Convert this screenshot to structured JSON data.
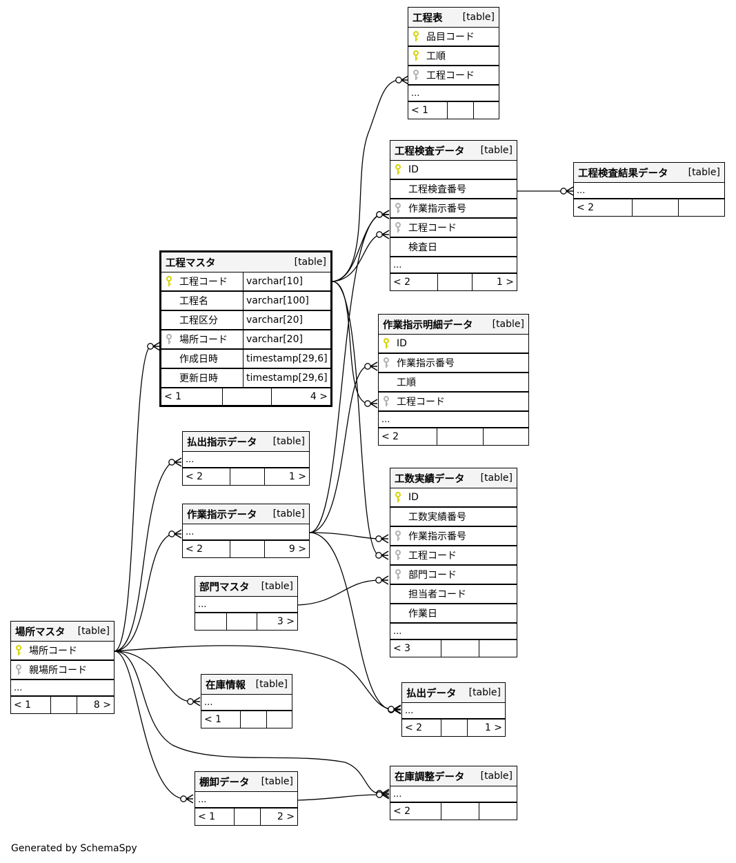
{
  "colors": {
    "primary_key": "#d4d400",
    "foreign_key": "#b0b0b0",
    "header_bg": "#f4f4f4"
  },
  "footer_text": "Generated by SchemaSpy",
  "tables": {
    "koutei_hyou": {
      "name": "工程表",
      "type": "[table]",
      "columns": [
        {
          "name": "品目コード",
          "key": "primary"
        },
        {
          "name": "工順",
          "key": "primary"
        },
        {
          "name": "工程コード",
          "key": "foreign"
        }
      ],
      "ellipsis": "...",
      "footer": {
        "parents": "< 1",
        "middle": "",
        "children": ""
      }
    },
    "koutei_kensa": {
      "name": "工程検査データ",
      "type": "[table]",
      "columns": [
        {
          "name": "ID",
          "key": "primary"
        },
        {
          "name": "工程検査番号",
          "key": "none"
        },
        {
          "name": "作業指示番号",
          "key": "foreign"
        },
        {
          "name": "工程コード",
          "key": "foreign"
        },
        {
          "name": "検査日",
          "key": "none"
        }
      ],
      "ellipsis": "...",
      "footer": {
        "parents": "< 2",
        "middle": "",
        "children": "1 >"
      }
    },
    "koutei_kensa_kekka": {
      "name": "工程検査結果データ",
      "type": "[table]",
      "ellipsis": "...",
      "footer": {
        "parents": "< 2",
        "middle": "",
        "children": ""
      }
    },
    "koutei_master": {
      "name": "工程マスタ",
      "type": "[table]",
      "columns": [
        {
          "name": "工程コード",
          "key": "primary",
          "type": "varchar[10]"
        },
        {
          "name": "工程名",
          "key": "none",
          "type": "varchar[100]"
        },
        {
          "name": "工程区分",
          "key": "none",
          "type": "varchar[20]"
        },
        {
          "name": "場所コード",
          "key": "foreign",
          "type": "varchar[20]"
        },
        {
          "name": "作成日時",
          "key": "none",
          "type": "timestamp[29,6]"
        },
        {
          "name": "更新日時",
          "key": "none",
          "type": "timestamp[29,6]"
        }
      ],
      "footer": {
        "parents": "< 1",
        "middle": "",
        "children": "4 >"
      }
    },
    "sagyou_shiji_meisai": {
      "name": "作業指示明細データ",
      "type": "[table]",
      "columns": [
        {
          "name": "ID",
          "key": "primary"
        },
        {
          "name": "作業指示番号",
          "key": "foreign"
        },
        {
          "name": "工順",
          "key": "none"
        },
        {
          "name": "工程コード",
          "key": "foreign"
        }
      ],
      "ellipsis": "...",
      "footer": {
        "parents": "< 2",
        "middle": "",
        "children": ""
      }
    },
    "haraidashi_shiji": {
      "name": "払出指示データ",
      "type": "[table]",
      "ellipsis": "...",
      "footer": {
        "parents": "< 2",
        "middle": "",
        "children": "1 >"
      }
    },
    "sagyou_shiji": {
      "name": "作業指示データ",
      "type": "[table]",
      "ellipsis": "...",
      "footer": {
        "parents": "< 2",
        "middle": "",
        "children": "9 >"
      }
    },
    "kousuu_jisseki": {
      "name": "工数実績データ",
      "type": "[table]",
      "columns": [
        {
          "name": "ID",
          "key": "primary"
        },
        {
          "name": "工数実績番号",
          "key": "none"
        },
        {
          "name": "作業指示番号",
          "key": "foreign"
        },
        {
          "name": "工程コード",
          "key": "foreign"
        },
        {
          "name": "部門コード",
          "key": "foreign"
        },
        {
          "name": "担当者コード",
          "key": "none"
        },
        {
          "name": "作業日",
          "key": "none"
        }
      ],
      "ellipsis": "...",
      "footer": {
        "parents": "< 3",
        "middle": "",
        "children": ""
      }
    },
    "bumon_master": {
      "name": "部門マスタ",
      "type": "[table]",
      "ellipsis": "...",
      "footer": {
        "parents": "",
        "middle": "",
        "children": "3 >"
      }
    },
    "basho_master": {
      "name": "場所マスタ",
      "type": "[table]",
      "columns": [
        {
          "name": "場所コード",
          "key": "primary"
        },
        {
          "name": "親場所コード",
          "key": "foreign"
        }
      ],
      "ellipsis": "...",
      "footer": {
        "parents": "< 1",
        "middle": "",
        "children": "8 >"
      }
    },
    "zaiko_jouhou": {
      "name": "在庫情報",
      "type": "[table]",
      "ellipsis": "...",
      "footer": {
        "parents": "< 1",
        "middle": "",
        "children": ""
      }
    },
    "haraidashi": {
      "name": "払出データ",
      "type": "[table]",
      "ellipsis": "...",
      "footer": {
        "parents": "< 2",
        "middle": "",
        "children": "1 >"
      }
    },
    "tanaoroshi": {
      "name": "棚卸データ",
      "type": "[table]",
      "ellipsis": "...",
      "footer": {
        "parents": "< 1",
        "middle": "",
        "children": "2 >"
      }
    },
    "zaiko_chousei": {
      "name": "在庫調整データ",
      "type": "[table]",
      "ellipsis": "...",
      "footer": {
        "parents": "< 2",
        "middle": "",
        "children": ""
      }
    }
  },
  "relationships": [
    {
      "from": "工程マスタ.工程コード",
      "to": "工程表.工程コード"
    },
    {
      "from": "工程マスタ.工程コード",
      "to": "工程検査データ.工程コード"
    },
    {
      "from": "工程マスタ.工程コード",
      "to": "作業指示明細データ.工程コード"
    },
    {
      "from": "工程マスタ.工程コード",
      "to": "工数実績データ.工程コード"
    },
    {
      "from": "工程検査データ.工程検査番号",
      "to": "工程検査結果データ"
    },
    {
      "from": "作業指示データ",
      "to": "工程検査データ.作業指示番号"
    },
    {
      "from": "作業指示データ",
      "to": "作業指示明細データ.作業指示番号"
    },
    {
      "from": "作業指示データ",
      "to": "工数実績データ.作業指示番号"
    },
    {
      "from": "作業指示データ",
      "to": "払出データ"
    },
    {
      "from": "部門マスタ",
      "to": "工数実績データ.部門コード"
    },
    {
      "from": "場所マスタ.場所コード",
      "to": "工程マスタ.場所コード"
    },
    {
      "from": "場所マスタ.場所コード",
      "to": "払出指示データ"
    },
    {
      "from": "場所マスタ.場所コード",
      "to": "作業指示データ"
    },
    {
      "from": "場所マスタ.場所コード",
      "to": "在庫情報"
    },
    {
      "from": "場所マスタ.場所コード",
      "to": "払出データ"
    },
    {
      "from": "場所マスタ.場所コード",
      "to": "棚卸データ"
    },
    {
      "from": "場所マスタ.場所コード",
      "to": "在庫調整データ"
    },
    {
      "from": "棚卸データ",
      "to": "在庫調整データ"
    }
  ]
}
